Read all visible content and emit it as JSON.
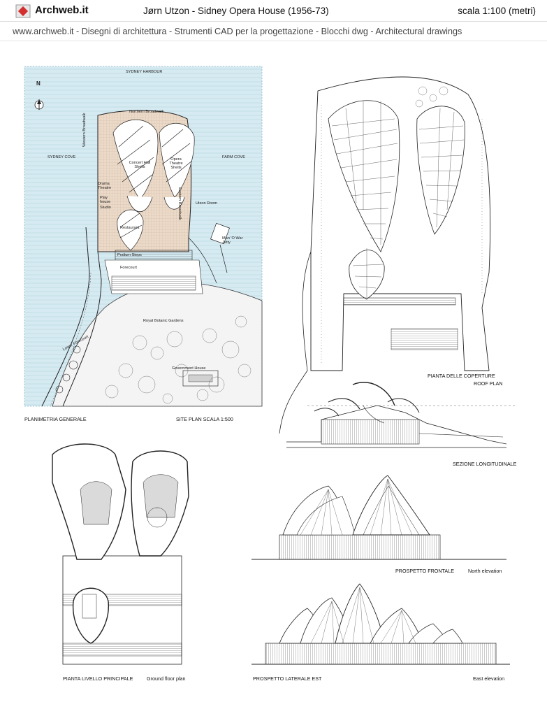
{
  "header": {
    "brand": "Archweb.it",
    "title": "Jørn Utzon - Sidney Opera House (1956-73)",
    "scale": "scala 1:100 (metri)",
    "subtitle": "www.archweb.it  -   Disegni di architettura - Strumenti CAD  per la progettazione - Blocchi dwg  -  Architectural drawings"
  },
  "colors": {
    "water": "#cfe6ee",
    "podium": "#ead6c4",
    "ink": "#1a1a1a",
    "logo_red": "#d32f2f"
  },
  "site_plan": {
    "north": "N",
    "labels": {
      "harbour": "SYDNEY HARBOUR",
      "sydney_cove": "SYDNEY COVE",
      "farm_cove": "FARM COVE",
      "northern_broadwalk": "Northern Broadwalk",
      "western_broadwalk": "Western Broadwalk",
      "eastern_broadwalk": "Eastern Broadwalk",
      "concert_hall": "Concert Hall Shells",
      "opera_theatre": "Opera Theatre Shells",
      "drama_theatre": "Drama Theatre",
      "playhouse": "Play house",
      "studio": "Studio",
      "utzon_room": "Utzon Room",
      "restaurant": "Restaurant",
      "jetty": "Man 'O War Jetty",
      "podium_steps": "Podium Steps",
      "forecourt": "Forecourt",
      "lower_forecourt": "Lower Forecourt",
      "botanic_gardens": "Royal Botanic Gardens",
      "government_house": "Government House"
    },
    "caption_left": "PLANIMETRIA GENERALE",
    "caption_right": "SITE PLAN   SCALA 1:500"
  },
  "roof_plan": {
    "caption_it": "PIANTA DELLE COPERTURE",
    "caption_en": "ROOF PLAN"
  },
  "section": {
    "caption": "SEZIONE LONGITUDINALE"
  },
  "front_elevation": {
    "caption_it": "PROSPETTO FRONTALE",
    "caption_en": "North elevation"
  },
  "ground_plan": {
    "caption_it": "PIANTA LIVELLO PRINCIPALE",
    "caption_en": "Ground floor plan"
  },
  "side_elevation": {
    "caption_it": "PROSPETTO LATERALE  EST",
    "caption_en": "East elevation"
  }
}
